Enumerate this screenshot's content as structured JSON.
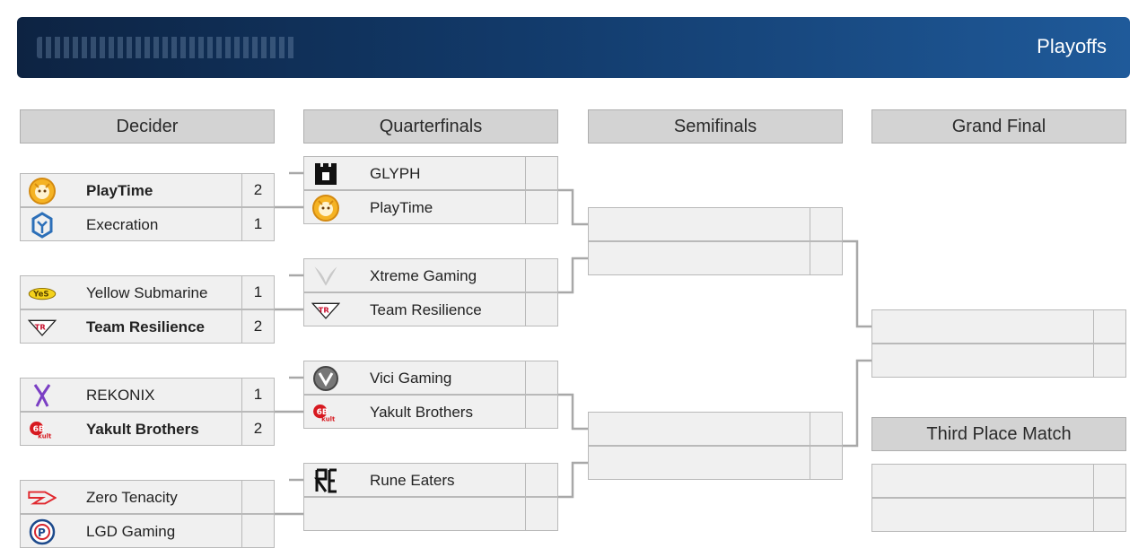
{
  "header": {
    "title": "Playoffs"
  },
  "columns": {
    "decider": "Decider",
    "quarterfinals": "Quarterfinals",
    "semifinals": "Semifinals",
    "grand_final": "Grand Final",
    "third_place": "Third Place Match"
  },
  "decider": [
    {
      "top": {
        "name": "PlayTime",
        "score": "2",
        "icon": "playtime-logo-icon"
      },
      "bottom": {
        "name": "Execration",
        "score": "1",
        "icon": "execration-logo-icon"
      }
    },
    {
      "top": {
        "name": "Yellow Submarine",
        "score": "1",
        "icon": "yellow-submarine-logo-icon"
      },
      "bottom": {
        "name": "Team Resilience",
        "score": "2",
        "icon": "team-resilience-logo-icon"
      }
    },
    {
      "top": {
        "name": "REKONIX",
        "score": "1",
        "icon": "rekonix-logo-icon"
      },
      "bottom": {
        "name": "Yakult Brothers",
        "score": "2",
        "icon": "yakult-brothers-logo-icon"
      }
    },
    {
      "top": {
        "name": "Zero Tenacity",
        "score": "",
        "icon": "zero-tenacity-logo-icon"
      },
      "bottom": {
        "name": "LGD Gaming",
        "score": "",
        "icon": "lgd-gaming-logo-icon"
      }
    }
  ],
  "quarterfinals": [
    {
      "top": {
        "name": "GLYPH",
        "score": "",
        "icon": "glyph-logo-icon"
      },
      "bottom": {
        "name": "PlayTime",
        "score": "",
        "icon": "playtime-logo-icon"
      }
    },
    {
      "top": {
        "name": "Xtreme Gaming",
        "score": "",
        "icon": "xtreme-gaming-logo-icon"
      },
      "bottom": {
        "name": "Team Resilience",
        "score": "",
        "icon": "team-resilience-logo-icon"
      }
    },
    {
      "top": {
        "name": "Vici Gaming",
        "score": "",
        "icon": "vici-gaming-logo-icon"
      },
      "bottom": {
        "name": "Yakult Brothers",
        "score": "",
        "icon": "yakult-brothers-logo-icon"
      }
    },
    {
      "top": {
        "name": "Rune Eaters",
        "score": "",
        "icon": "rune-eaters-logo-icon"
      },
      "bottom": {
        "name": "",
        "score": "",
        "icon": ""
      }
    }
  ],
  "semifinals": [
    {
      "top": {
        "name": "",
        "score": ""
      },
      "bottom": {
        "name": "",
        "score": ""
      }
    },
    {
      "top": {
        "name": "",
        "score": ""
      },
      "bottom": {
        "name": "",
        "score": ""
      }
    }
  ],
  "grand_final": {
    "top": {
      "name": "",
      "score": ""
    },
    "bottom": {
      "name": "",
      "score": ""
    }
  },
  "third_place": {
    "top": {
      "name": "",
      "score": ""
    },
    "bottom": {
      "name": "",
      "score": ""
    }
  },
  "colors": {
    "banner_dark": "#0d2342",
    "banner_light": "#1f5a9a",
    "slot_bg": "#f0f0f0",
    "header_bg": "#d3d3d3",
    "connector": "#a8a8a8"
  }
}
